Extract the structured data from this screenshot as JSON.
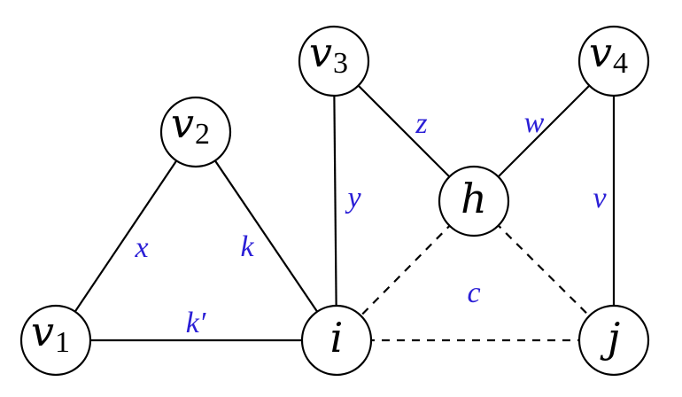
{
  "colors": {
    "edge_label": "#2b1fd6",
    "node_stroke": "#000000",
    "node_fill": "#ffffff"
  },
  "nodes": [
    {
      "id": "v1",
      "name": "v",
      "sub": "1"
    },
    {
      "id": "v2",
      "name": "v",
      "sub": "2"
    },
    {
      "id": "v3",
      "name": "v",
      "sub": "3"
    },
    {
      "id": "v4",
      "name": "v",
      "sub": "4"
    },
    {
      "id": "h",
      "name": "h",
      "sub": ""
    },
    {
      "id": "i",
      "name": "i",
      "sub": ""
    },
    {
      "id": "j",
      "name": "j",
      "sub": ""
    }
  ],
  "edges": [
    {
      "from": "v1",
      "to": "v2",
      "label": "x",
      "style": "solid"
    },
    {
      "from": "v2",
      "to": "i",
      "label": "k",
      "style": "solid"
    },
    {
      "from": "v1",
      "to": "i",
      "label": "k′",
      "style": "solid"
    },
    {
      "from": "v3",
      "to": "i",
      "label": "y",
      "style": "solid"
    },
    {
      "from": "v3",
      "to": "h",
      "label": "z",
      "style": "solid"
    },
    {
      "from": "v4",
      "to": "h",
      "label": "w",
      "style": "solid"
    },
    {
      "from": "v4",
      "to": "j",
      "label": "v",
      "style": "solid"
    },
    {
      "from": "h",
      "to": "i",
      "label": "",
      "style": "dashed"
    },
    {
      "from": "h",
      "to": "j",
      "label": "",
      "style": "dashed"
    },
    {
      "from": "i",
      "to": "j",
      "label": "",
      "style": "dashed"
    }
  ],
  "region_labels": [
    {
      "id": "c",
      "text": "c"
    }
  ]
}
